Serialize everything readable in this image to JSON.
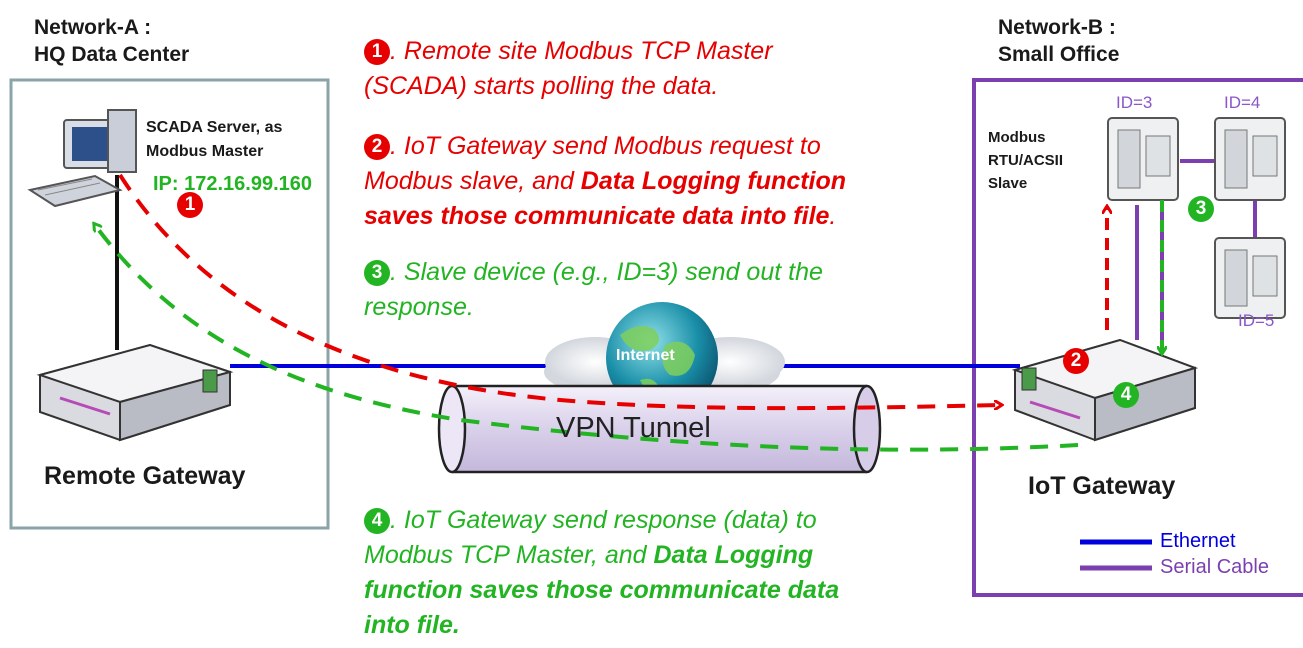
{
  "network_a": {
    "line1": "Network-A :",
    "line2": "HQ Data Center"
  },
  "network_b": {
    "line1": "Network-B :",
    "line2": "Small Office"
  },
  "scada": {
    "line1": "SCADA Server, as",
    "line2": "Modbus Master",
    "ip": "IP: 172.16.99.160"
  },
  "remote_gateway": "Remote Gateway",
  "iot_gateway": "IoT Gateway",
  "internet": "Internet",
  "vpn_tunnel": "VPN Tunnel",
  "slave_label": {
    "line1": "Modbus",
    "line2": "RTU/ACSII",
    "line3": "Slave"
  },
  "device_ids": [
    "ID=3",
    "ID=4",
    "ID=5"
  ],
  "badges": [
    "1",
    "2",
    "3",
    "4"
  ],
  "steps": {
    "s1": {
      "num": "1",
      "l1": ". Remote site Modbus TCP Master",
      "l2": "(SCADA) starts polling the data."
    },
    "s2": {
      "num": "2",
      "l1": ". IoT Gateway send Modbus request to",
      "l2a": "Modbus slave, and ",
      "l2b": "Data Logging function",
      "l3a": "saves those communicate data into file",
      "l3b": "."
    },
    "s3": {
      "num": "3",
      "l1": ". Slave device (e.g., ID=3) send out the",
      "l2": "response."
    },
    "s4": {
      "num": "4",
      "l1": ". IoT Gateway send response (data) to",
      "l2a": "Modbus TCP Master, and ",
      "l2b": "Data Logging",
      "l3": "function saves those communicate data",
      "l4": "into file."
    }
  },
  "legend": {
    "ethernet": "Ethernet",
    "serial": "Serial Cable"
  },
  "colors": {
    "red": "#e60000",
    "green": "#22b422",
    "ethernet": "#0000dd",
    "serial": "#7b3fb0",
    "box_a": "#8aa4aa",
    "box_b": "#7b3fb0"
  }
}
